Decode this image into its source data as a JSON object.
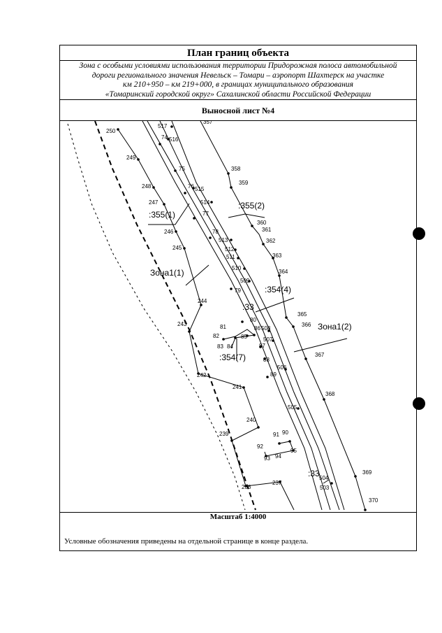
{
  "header": {
    "title": "План границ объекта",
    "subtitle_lines": [
      "Зона с особыми условиями использования территории Придорожная полоса автомобильной",
      "дороги регионального значения Невельск – Томари – аэропорт Шахтерск на участке",
      "км 210+950 – км 219+000, в границах муниципального образования",
      "«Томаринский городской округ» Сахалинской области Российской Федерации"
    ],
    "sheet_label": "Выносной лист №4"
  },
  "map": {
    "zone_labels": [
      ":355(1)",
      ":355(2)",
      "Зона1(1)",
      ":354(4)",
      ":33",
      "Зона1(2)",
      ":354(7)",
      ":33"
    ],
    "point_labels": [
      "357",
      "517",
      "74",
      "516",
      "250",
      "249",
      "75",
      "358",
      "76",
      "515",
      "359",
      "248",
      "247",
      "514",
      "77",
      "360",
      "361",
      "246",
      "78",
      "513",
      "362",
      "245",
      "512",
      "511",
      "363",
      "510",
      "364",
      "509",
      "79",
      "80",
      "365",
      "366",
      "244",
      "81",
      "243",
      "82",
      "86",
      "508",
      "85",
      "507",
      "83",
      "84",
      "87",
      "367",
      "88",
      "506",
      "89",
      "242",
      "241",
      "368",
      "505",
      "240",
      "91",
      "90",
      "239",
      "92",
      "95",
      "93",
      "94",
      "369",
      "504",
      "503",
      "238",
      "237",
      "370"
    ]
  },
  "footer": {
    "scale": "Масштаб 1:4000",
    "note": "Условные обозначения приведены на отдельной странице в конце раздела."
  }
}
